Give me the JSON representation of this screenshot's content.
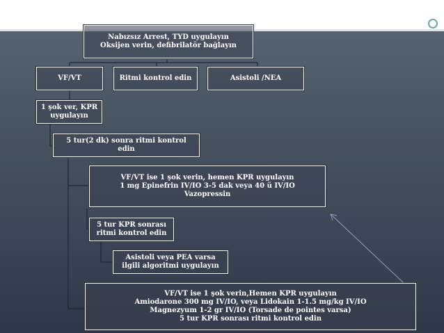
{
  "diagram": {
    "top_box": {
      "line1": "Nabızsız Arrest, TYD uygulayın",
      "line2": "Oksijen verin, defibrilatör bağlayın"
    },
    "vfvt_box": "VF/VT",
    "ritim_box": "Ritmi kontrol edin",
    "asistoli_box": "Asistoli /NEA",
    "sok_box": {
      "line1": "1 şok ver, KPR",
      "line2": "uygulayın"
    },
    "tur_box": {
      "line1": "5 tur(2 dk) sonra ritmi kontrol",
      "line2": "edin"
    },
    "epinefrin_box": {
      "line1": "VF/VT ise 1 şok verin, hemen KPR uygulayın",
      "line2": "1 mg Epinefrin IV/IO 3-5 dak veya 40 ü IV/IO",
      "line3": "Vazopressin"
    },
    "tur2_box": {
      "line1": "5 tur KPR sonrası",
      "line2": "ritmi kontrol edin"
    },
    "pea_box": {
      "line1": "Asistoli veya PEA varsa",
      "line2": "ilgili algoritmi uygulayın"
    },
    "amiodarone_box": {
      "line1": "VF/VT ise 1 şok verin,Hemen KPR  uygulayın",
      "line2": "Amiodarone 300 mg IV/IO, veya Lidokain 1-1.5 mg/kg IV/IO",
      "line3": "Magnezyum 1-2 gr IV/IO (Torsade de pointes varsa)",
      "line4": "5 tur KPR sonrası ritmi kontrol edin"
    }
  },
  "colors": {
    "line": "#1e2533",
    "arrow": "#8fa0c8",
    "accent_circle": "#6aa7a8"
  }
}
